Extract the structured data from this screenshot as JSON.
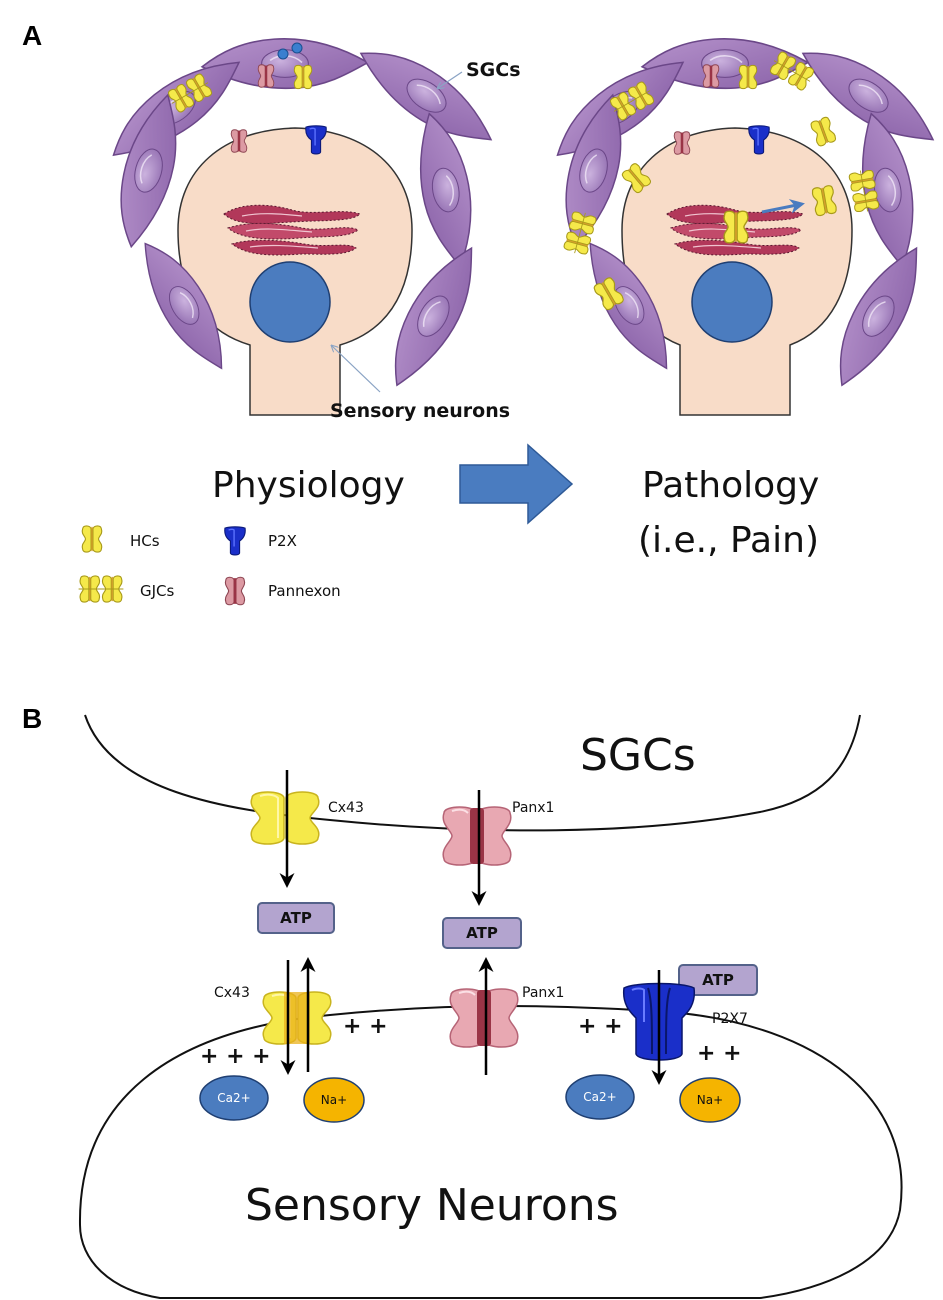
{
  "panel_a": {
    "label": "A",
    "sgcs_label": "SGCs",
    "neurons_label": "Sensory neurons",
    "physiology": "Physiology",
    "pathology_line1": "Pathology",
    "pathology_line2": "(i.e., Pain)",
    "legend": {
      "hcs": "HCs",
      "gjcs": "GJCs",
      "p2x": "P2X",
      "pannexon": "Pannexon"
    }
  },
  "panel_b": {
    "label": "B",
    "sgcs_title": "SGCs",
    "neurons_title": "Sensory Neurons",
    "cx43_top": "Cx43",
    "panx1_top": "Panx1",
    "atp_left": "ATP",
    "atp_middle": "ATP",
    "atp_right": "ATP",
    "cx43_bottom": "Cx43",
    "panx1_bottom": "Panx1",
    "p2x7": "P2X7",
    "ca_left": "Ca2+",
    "na_left": "Na+",
    "ca_right": "Ca2+",
    "na_right": "Na+",
    "plus_2": "+ +",
    "plus_3": "+ + +"
  },
  "colors": {
    "sgc_purple": "#9f77b8",
    "neuron_peach": "#f8dcc8",
    "nucleus_blue": "#4b7cbf",
    "hc_yellow": "#f5e94a",
    "p2x_blue": "#1a2fc9",
    "pannexon_pink": "#dc9aa3",
    "atp_box": "#b3a4cf",
    "arrow_blue": "#4a7cc0",
    "ion_orange": "#f5b400"
  }
}
